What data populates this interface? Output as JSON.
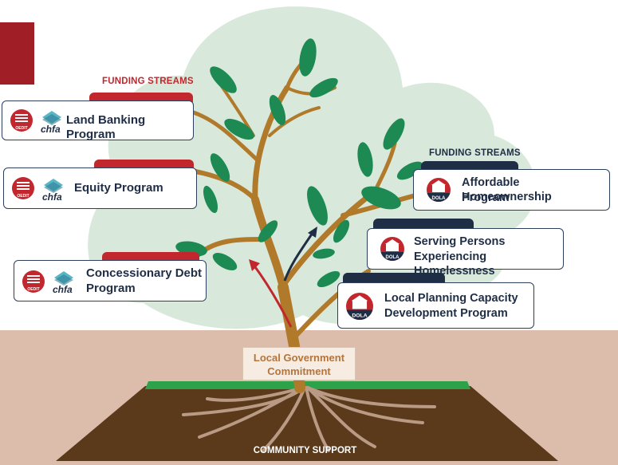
{
  "colors": {
    "accent_red": "#c1272d",
    "navy": "#1f2d45",
    "trunk": "#b17a2a",
    "leaf": "#1c8a52",
    "canopy": "#d8e9dc",
    "ground": "#dcbcab",
    "soil": "#5a3a1a",
    "grass": "#2ea24a"
  },
  "streams": {
    "left_header": "FUNDING STREAMS",
    "right_header": "FUNDING STREAMS"
  },
  "logos": {
    "oedit": "OEDIT",
    "chfa": "chfa",
    "dola": "DOLA"
  },
  "left_programs": [
    {
      "line1": "Land Banking Program",
      "line2": ""
    },
    {
      "line1": "Equity Program",
      "line2": ""
    },
    {
      "line1": "Concessionary Debt",
      "line2": "Program"
    }
  ],
  "right_programs": [
    {
      "line1": "Affordable Homeownership",
      "line2": "Program"
    },
    {
      "line1": "Serving Persons",
      "line2": "Experiencing Homelessness"
    },
    {
      "line1": "Local Planning Capacity",
      "line2": "Development Program"
    }
  ],
  "foundation": {
    "local_line1": "Local Government",
    "local_line2": "Commitment",
    "community": "COMMUNITY SUPPORT"
  }
}
